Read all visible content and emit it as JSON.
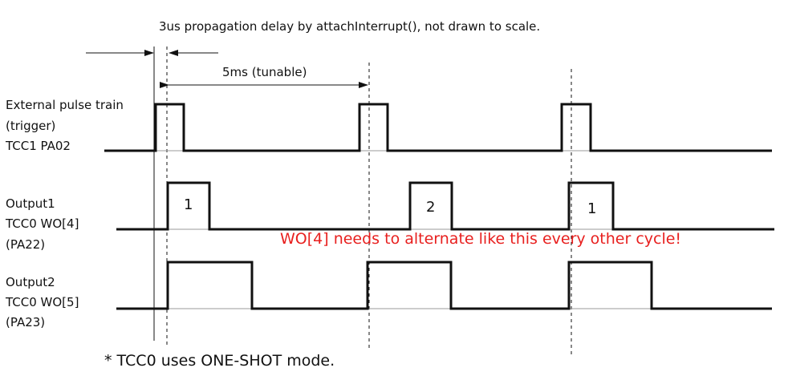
{
  "header_note": "3us propagation delay by attachInterrupt(), not drawn to scale.",
  "interval_label": "5ms (tunable)",
  "signals": [
    {
      "id": "trigger",
      "lines": [
        "External pulse train",
        "(trigger)",
        "TCC1 PA02"
      ]
    },
    {
      "id": "output1",
      "lines": [
        "Output1",
        "TCC0 WO[4]",
        "(PA22)"
      ]
    },
    {
      "id": "output2",
      "lines": [
        "Output2",
        "TCC0 WO[5]",
        "(PA23)"
      ]
    }
  ],
  "output1_pulse_numbers": [
    "1",
    "2",
    "1"
  ],
  "alert": {
    "text": "WO[4] needs to alternate like this every other cycle!",
    "color": "#e8201f"
  },
  "footnote": "* TCC0 uses ONE-SHOT mode."
}
